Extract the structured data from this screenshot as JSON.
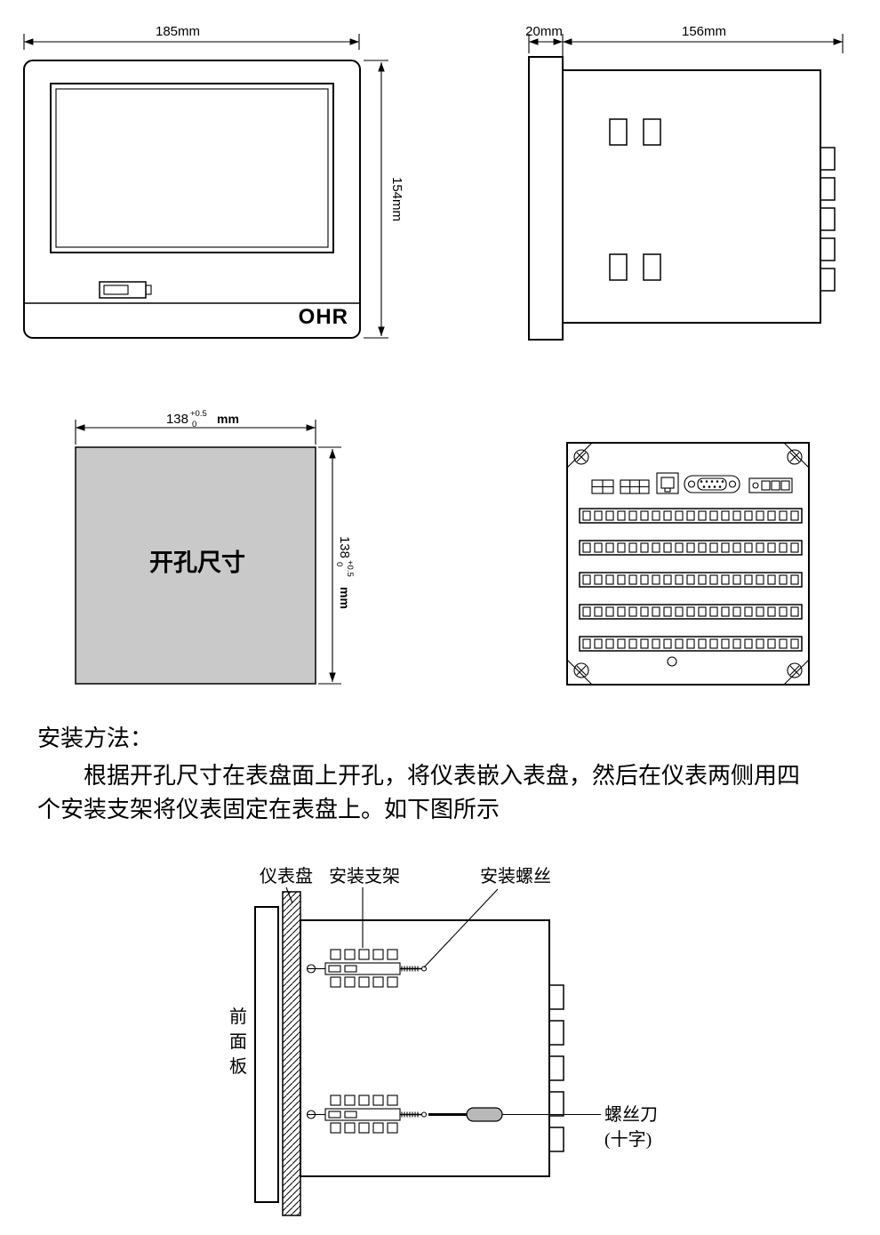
{
  "figures": {
    "front_view": {
      "width_dim": "185mm",
      "height_dim": "154mm",
      "logo": "OHR"
    },
    "side_view": {
      "depth_dim": "20mm",
      "length_dim": "156mm"
    },
    "cutout": {
      "label": "开孔尺寸",
      "dim_base": "138",
      "dim_tol_upper": "+0.5",
      "dim_tol_lower": "0",
      "dim_unit": "mm",
      "fill_color": "#c9c9c9"
    },
    "install": {
      "panel_label": "仪表盘",
      "bracket_label": "安装支架",
      "screw_label": "安装螺丝",
      "front_panel_chars": [
        "前",
        "面",
        "板"
      ],
      "screwdriver_label": "螺丝刀",
      "screwdriver_type": "(十字)",
      "handle_color": "#b9b9b9"
    }
  },
  "instructions": {
    "heading": "安装方法：",
    "line1": "根据开孔尺寸在表盘面上开孔，将仪表嵌入表盘，然后在仪表两侧用四",
    "line2": "个安装支架将仪表固定在表盘上。如下图所示"
  }
}
